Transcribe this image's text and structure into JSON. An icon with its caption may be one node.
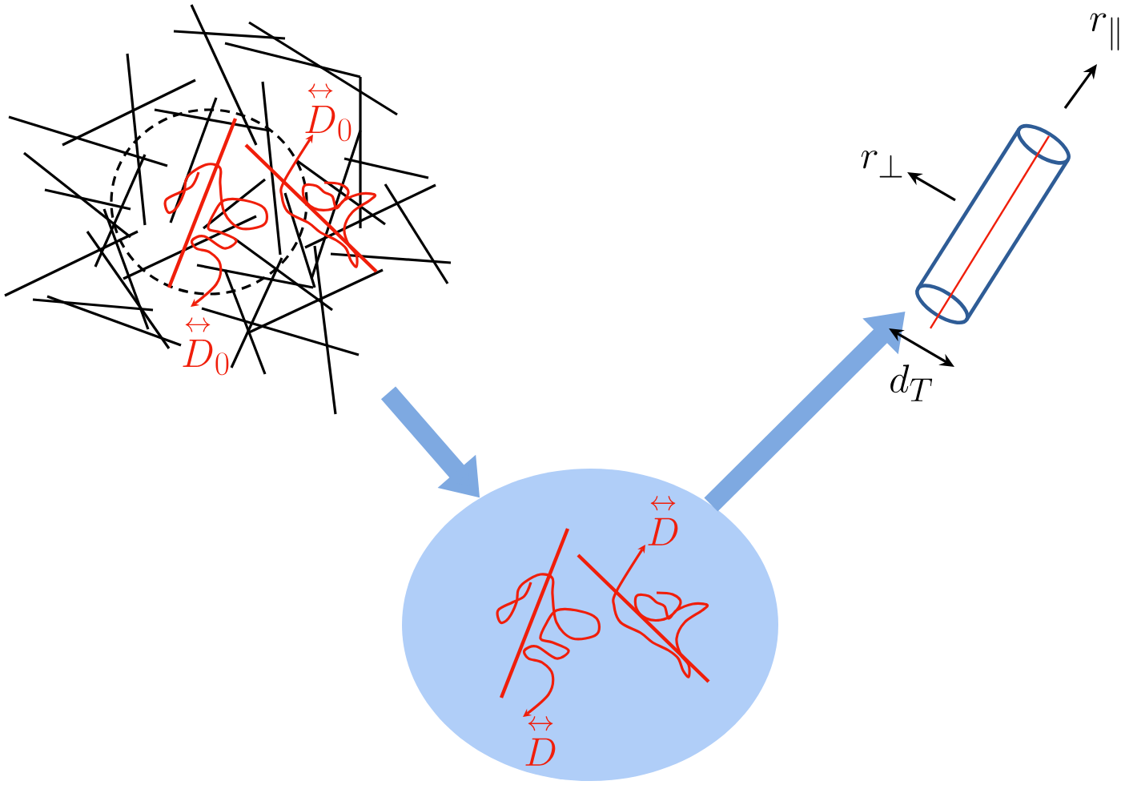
{
  "diagram": {
    "nodes": [
      {
        "text": [],
        "shape": "picture"
      },
      {
        "text": [],
        "shape": "ellipse"
      },
      {
        "text": [],
        "shape": "cylinder"
      }
    ],
    "edges": [
      {
        "from": 0,
        "to": 1,
        "arrow": "to"
      },
      {
        "from": 1,
        "to": 2,
        "arrow": "to"
      }
    ],
    "labels": [
      "r_{\\parallel}",
      "\\overset{\\scriptscriptstyle\\leftrightarrow}{D}_0",
      "r_{\\perp}",
      "\\overset{\\scriptscriptstyle\\leftrightarrow}{D}_0",
      "d_T",
      "\\overset{\\scriptscriptstyle\\leftrightarrow}{D}",
      "\\overset{\\scriptscriptstyle\\leftrightarrow}{D}"
    ]
  }
}
